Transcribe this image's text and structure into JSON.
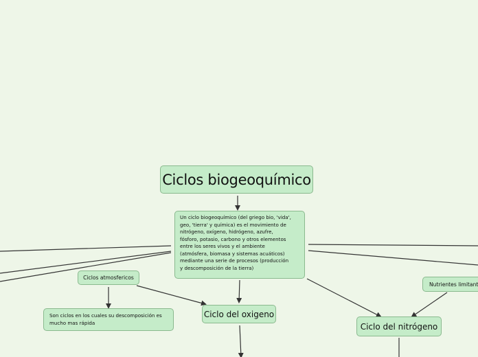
{
  "nodes": {
    "root": "Ciclos biogeoquímico",
    "description_lines": [
      "Un ciclo biogeoquímico (del griego bio, 'vida',",
      "geo, 'tierra' y química) es el movimiento de",
      "nitrógeno, oxígeno, hidrógeno, azufre,",
      "fósforo, potasio, carbono y otros elementos",
      "entre los seres vivos y el ambiente",
      "(atmósfera, biomasa y sistemas acuáticos)",
      "mediante una serie de procesos (producción",
      "y descomposición de la tierra)"
    ],
    "ciclos_atmosfericos": "Ciclos atmosfericos",
    "son_ciclos_lines": [
      "Son ciclos en los cuales su descomposición es",
      "mucho mas rápida"
    ],
    "ciclo_oxigeno": "Ciclo del oxigeno",
    "ciclo_nitrogeno": "Ciclo del nitrógeno",
    "nutrientes": "Nutrientes limitantes"
  },
  "colors": {
    "background": "#eef6e8",
    "node_fill": "#c5ecc9",
    "node_border": "#8ab98e",
    "connector": "#333333"
  }
}
